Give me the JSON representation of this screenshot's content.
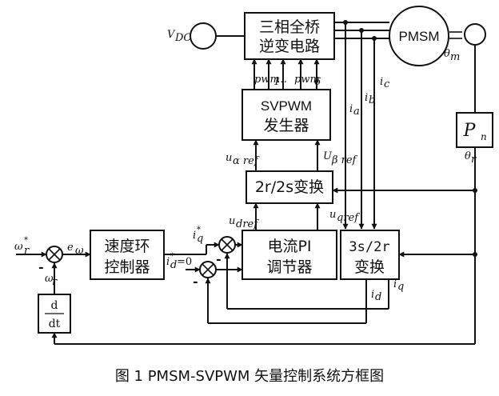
{
  "blocks": {
    "inverter": [
      "三相全桥",
      "逆变电路"
    ],
    "motor": "PMSM",
    "svpwm": [
      "SVPWM",
      "发生器"
    ],
    "transform_2r2s": "2r/2s变换",
    "current_pi": [
      "电流PI",
      "调节器"
    ],
    "transform_3s2r": [
      "3s/2r",
      "变换"
    ],
    "speed_ctrl": [
      "速度环",
      "控制器"
    ],
    "pole_pairs": "P",
    "pole_pairs_sub": "n",
    "deriv_num": "d",
    "deriv_den": "dt"
  },
  "signals": {
    "vdc": "V",
    "vdc_sub": "DC",
    "pwm_1": "pwm",
    "pwm_1_sub": "1",
    "pwm_dots": "…",
    "pwm_6": "pwm",
    "pwm_6_sub": "6",
    "theta_m": "θ",
    "theta_m_sub": "m",
    "theta_r": "θ",
    "theta_r_sub": "r",
    "ia": "i",
    "ia_sub": "a",
    "ib": "i",
    "ib_sub": "b",
    "ic": "i",
    "ic_sub": "c",
    "u_alpha": "u",
    "u_alpha_sub": "α ref",
    "u_beta": "U",
    "u_beta_sub": "β ref",
    "ud": "u",
    "ud_sub": "dref",
    "uq": "u",
    "uq_sub": "qref",
    "omega_ref": "ω",
    "omega_ref_sup": "*",
    "omega_ref_sub": "r",
    "e_omega": "e",
    "e_omega_sub": "ω",
    "iq_ref": "i",
    "iq_ref_sup": "*",
    "iq_ref_sub": "q",
    "id_ref": "i",
    "id_ref_sup": "*",
    "id_ref_sub": "d",
    "id_ref_val": "=0",
    "omega_fb": "ω",
    "omega_fb_sub": "r",
    "id_fb": "i",
    "id_fb_sub": "d",
    "iq_fb": "i",
    "iq_fb_sub": "q",
    "minus": "-"
  },
  "caption": "图 1   PMSM-SVPWM 矢量控制系统方框图"
}
